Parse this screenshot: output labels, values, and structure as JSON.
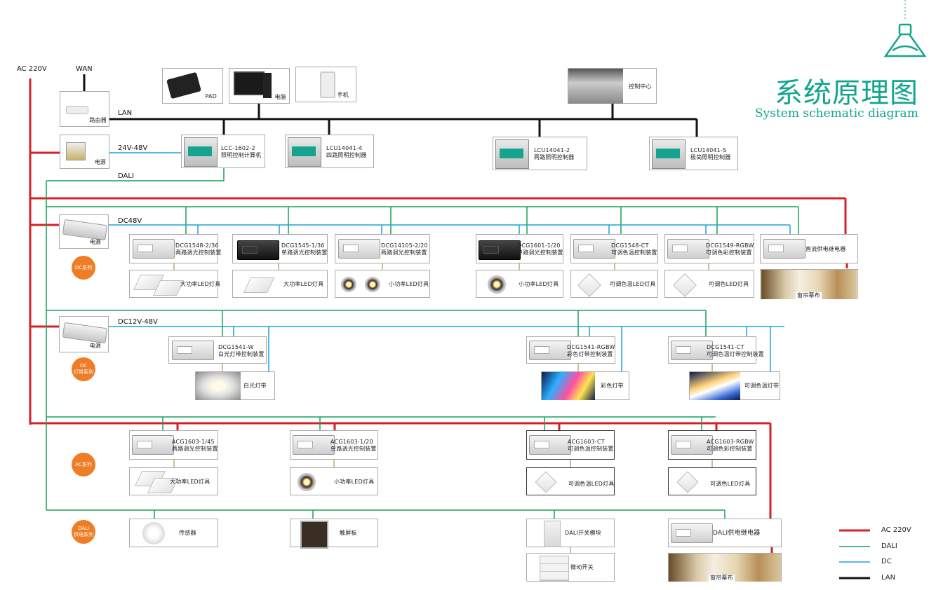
{
  "title": {
    "cn": "系统原理图",
    "en": "System schematic diagram"
  },
  "colors": {
    "ac": "#d62027",
    "dali": "#19a15a",
    "dc": "#1ea0dc",
    "lan": "#111111",
    "accent": "#12a58e",
    "badge": "#ee7d26"
  },
  "top": {
    "ac": "AC 220V",
    "wan": "WAN",
    "lan": "LAN",
    "v2448": "24V-48V",
    "dali": "DALI"
  },
  "terminals": {
    "pad": "PAD",
    "pc": "电脑",
    "phone": "手机",
    "center": "控制中心",
    "router": "路由器",
    "psu": "电源"
  },
  "modules": [
    {
      "model": "LCC-1602-2",
      "desc": "照明控制计算机"
    },
    {
      "model": "LCU14041-4",
      "desc": "四路照明控制器"
    },
    {
      "model": "LCU14041-2",
      "desc": "两路照明控制器"
    },
    {
      "model": "LCU14041-S",
      "desc": "极简照明控制器"
    }
  ],
  "dc_series": {
    "badge": "DC系列",
    "bus": "DC48V",
    "psu": "电源",
    "controllers": [
      {
        "model": "DCG1548-2/36",
        "desc": "两路调光控制装置"
      },
      {
        "model": "DCG1545-1/36",
        "desc": "单路调光控制装置"
      },
      {
        "model": "DCG14105-2/20",
        "desc": "两路调光控制装置"
      },
      {
        "model": "DCG1601-1/20",
        "desc": "单路调光控制装置"
      },
      {
        "model": "DCG1548-CT",
        "desc": "可调色温控制装置"
      },
      {
        "model": "DCG1549-RGBW",
        "desc": "可调色彩控制装置"
      },
      {
        "model": "",
        "desc": "直流供电继电器"
      }
    ],
    "loads": [
      "大功率LED灯具",
      "大功率LED灯具",
      "小功率LED灯具",
      "小功率LED灯具",
      "可调色温LED灯具",
      "可调色LED灯具",
      "窗帘幕布"
    ]
  },
  "strip_series": {
    "badge": "DC\n灯带系列",
    "bus": "DC12V-48V",
    "psu": "电源",
    "controllers": [
      {
        "model": "DCG1541-W",
        "desc": "白光灯带控制装置"
      },
      {
        "model": "DCG1541-RGBW",
        "desc": "彩色灯带控制装置"
      },
      {
        "model": "DCG1541-CT",
        "desc": "可调色温灯带控制装置"
      }
    ],
    "loads": [
      "白光灯带",
      "彩色灯带",
      "可调色温灯带"
    ]
  },
  "ac_series": {
    "badge": "AC系列",
    "controllers": [
      {
        "model": "ACG1603-1/45",
        "desc": "两路调光控制装置"
      },
      {
        "model": "ACG1603-1/20",
        "desc": "单路调光控制装置"
      },
      {
        "model": "ACG1603-CT",
        "desc": "可调色温控制装置"
      },
      {
        "model": "ACG1603-RGBW",
        "desc": "可调色彩控制装置"
      }
    ],
    "loads": [
      "大功率LED灯具",
      "小功率LED灯具",
      "可调色温LED灯具",
      "可调色LED灯具"
    ]
  },
  "dali_series": {
    "badge": "DALI\n供电系列",
    "items": [
      "传感器",
      "触屏板",
      "DALI开关模块",
      "DALI供电继电器"
    ],
    "sub": [
      "微动开关",
      "窗帘幕布"
    ]
  },
  "legend": [
    "AC 220V",
    "DALI",
    "DC",
    "LAN"
  ]
}
